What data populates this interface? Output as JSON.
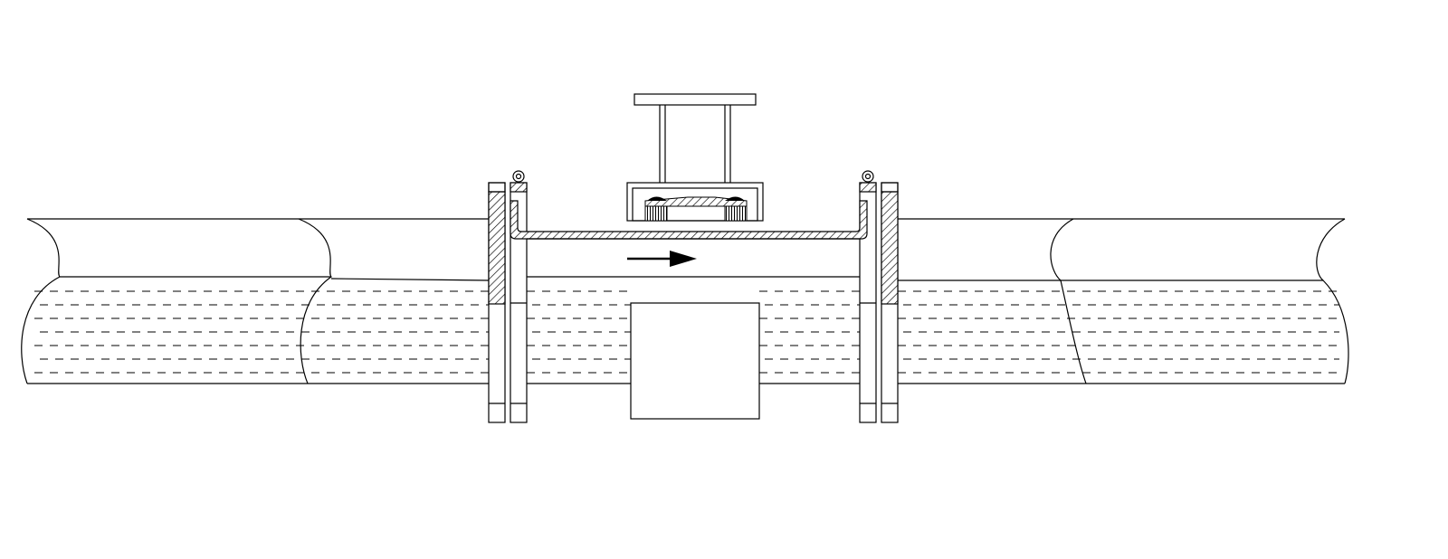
{
  "diagram": {
    "kind": "pipe-section-with-flow-meter",
    "flow_direction": "left-to-right",
    "background_color": "#ffffff",
    "line_color": "#000000",
    "components": [
      "left-pipe",
      "right-pipe",
      "left-flange-pair",
      "right-flange-pair",
      "meter-body",
      "sensor-housing",
      "mounting-bracket",
      "lifting-eye-left",
      "lifting-eye-right",
      "flow-arrow",
      "liquid-fill"
    ]
  }
}
